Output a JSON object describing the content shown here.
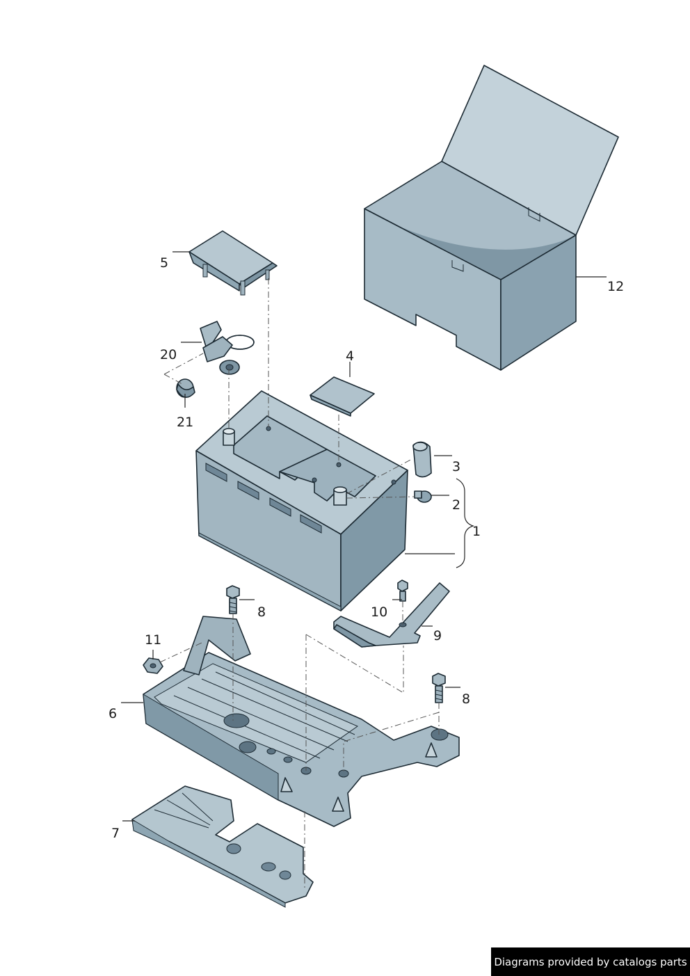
{
  "callouts": {
    "c1": "1",
    "c2": "2",
    "c3": "3",
    "c4": "4",
    "c5": "5",
    "c6": "6",
    "c7": "7",
    "c8a": "8",
    "c8b": "8",
    "c9": "9",
    "c10": "10",
    "c11": "11",
    "c12": "12",
    "c20": "20",
    "c21": "21"
  },
  "watermark": "Diagrams provided by catalogs parts",
  "colors": {
    "part_fill": "#a9bcc6",
    "part_light": "#c7d5dc",
    "part_dark": "#7f97a5",
    "outline": "#1c2a33",
    "watermark_bg": "#000000",
    "watermark_text": "#ffffff"
  }
}
